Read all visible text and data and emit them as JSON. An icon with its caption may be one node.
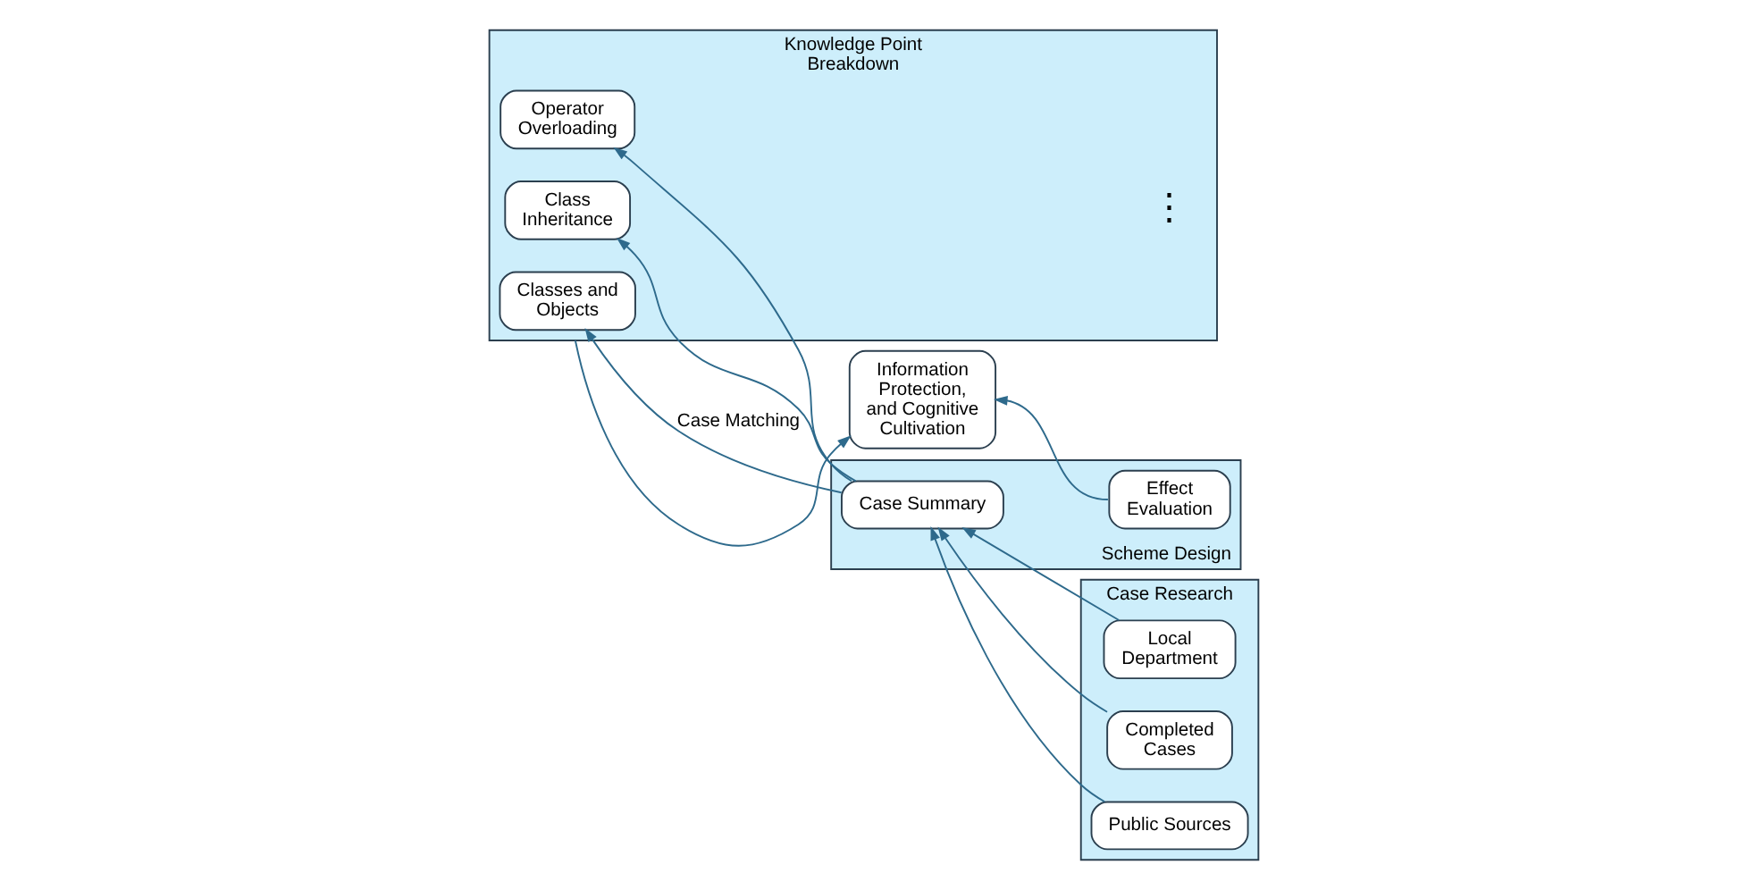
{
  "diagram": {
    "nodes": [
      {
        "text": [
          "Knowledge Point Breakdown"
        ]
      },
      {
        "text": [
          "Classes and Objects"
        ],
        "in": 0
      },
      {
        "text": [
          "Operator Overloading"
        ],
        "in": 0
      },
      {
        "text": [
          "Class Inheritance"
        ],
        "in": 0
      },
      {
        "text": [
          "Scheme Design"
        ]
      },
      {
        "text": [
          "Case Summary"
        ],
        "in": 4
      },
      {
        "text": [
          "Effect Evaluation"
        ],
        "in": 4
      },
      {
        "text": [
          "Case Research"
        ]
      },
      {
        "text": [
          "Local Department"
        ],
        "in": 7
      },
      {
        "text": [
          "Completed Cases"
        ],
        "in": 7
      },
      {
        "text": [
          "Public Sources"
        ],
        "in": 7
      },
      {
        "text": [
          "Information Protection, and Cognitive Cultivation"
        ]
      }
    ],
    "edges": [
      {
        "from": 5,
        "to": 1,
        "arrow": "to",
        "label": "Case Matching"
      },
      {
        "from": 5,
        "to": 2,
        "arrow": "to"
      },
      {
        "from": 5,
        "to": 3,
        "arrow": "to"
      },
      {
        "from": 8,
        "to": 5,
        "arrow": "to"
      },
      {
        "from": 9,
        "to": 5,
        "arrow": "to"
      },
      {
        "from": 10,
        "to": 5,
        "arrow": "to"
      },
      {
        "from": 6,
        "to": 11,
        "arrow": "to"
      },
      {
        "from": 0,
        "to": 11,
        "arrow": "to"
      }
    ],
    "labels": [
      "⋮"
    ]
  }
}
